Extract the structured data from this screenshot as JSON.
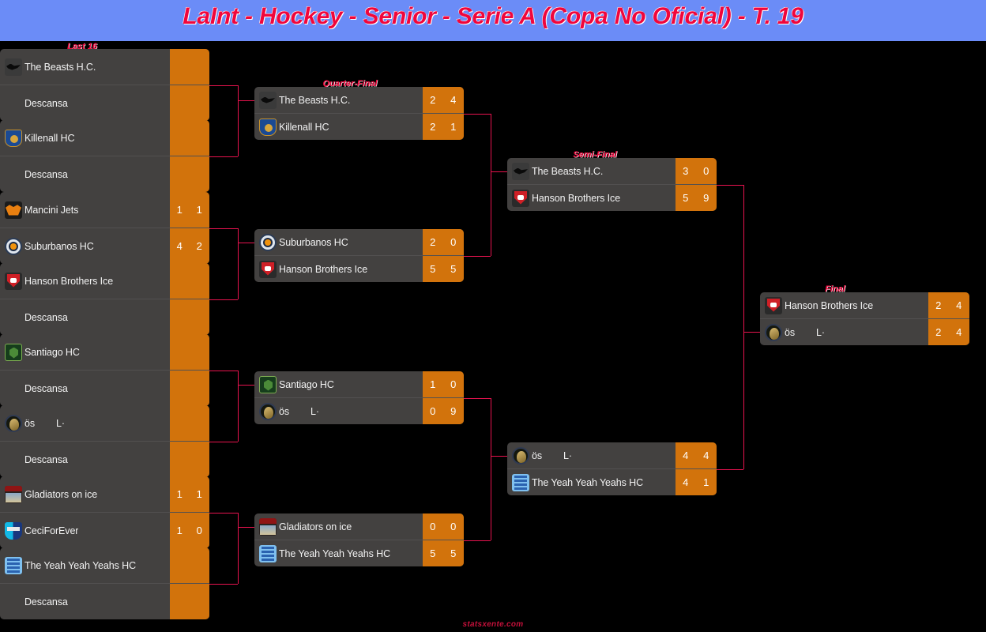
{
  "header": {
    "title": "LaInt - Hockey - Senior - Serie A (Copa No Oficial) - T. 19",
    "background_color": "#6b8cf7",
    "title_color": "#f0063c"
  },
  "theme": {
    "page_background": "#000000",
    "card_background": "#434140",
    "score_background": "#d2730c",
    "connector_color": "#e8134f",
    "text_color": "#f2f2f2"
  },
  "watermark": "statsxente.com",
  "rounds": [
    {
      "id": "last16",
      "label": "Last 16"
    },
    {
      "id": "quarter",
      "label": "Quarter-Final"
    },
    {
      "id": "semi",
      "label": "Semi-Final"
    },
    {
      "id": "final",
      "label": "Final"
    }
  ],
  "bracket": {
    "last16": [
      {
        "rows": [
          {
            "team": "The Beasts H.C.",
            "crest": "crest-beasts-icon",
            "scores": [
              "",
              ""
            ],
            "bye": false
          },
          {
            "team": "Descansa",
            "crest": null,
            "scores": [
              "",
              ""
            ],
            "bye": true
          }
        ]
      },
      {
        "rows": [
          {
            "team": "Killenall HC",
            "crest": "crest-killenall-icon",
            "scores": [
              "",
              ""
            ],
            "bye": false
          },
          {
            "team": "Descansa",
            "crest": null,
            "scores": [
              "",
              ""
            ],
            "bye": true
          }
        ]
      },
      {
        "rows": [
          {
            "team": "Mancini Jets",
            "crest": "crest-mancini-icon",
            "scores": [
              "1",
              "1"
            ],
            "bye": false
          },
          {
            "team": "Suburbanos HC",
            "crest": "crest-suburbanos-icon",
            "scores": [
              "4",
              "2"
            ],
            "bye": false
          }
        ]
      },
      {
        "rows": [
          {
            "team": "Hanson Brothers Ice",
            "crest": "crest-hanson-icon",
            "scores": [
              "",
              ""
            ],
            "bye": false
          },
          {
            "team": "Descansa",
            "crest": null,
            "scores": [
              "",
              ""
            ],
            "bye": true
          }
        ]
      },
      {
        "rows": [
          {
            "team": "Santiago HC",
            "crest": "crest-santiago-icon",
            "scores": [
              "",
              ""
            ],
            "bye": false
          },
          {
            "team": "Descansa",
            "crest": null,
            "scores": [
              "",
              ""
            ],
            "bye": true
          }
        ]
      },
      {
        "rows": [
          {
            "team": "ös        L·",
            "crest": "crest-os-icon",
            "scores": [
              "",
              ""
            ],
            "bye": false
          },
          {
            "team": "Descansa",
            "crest": null,
            "scores": [
              "",
              ""
            ],
            "bye": true
          }
        ]
      },
      {
        "rows": [
          {
            "team": "Gladiators on ice",
            "crest": "crest-gladiators-icon",
            "scores": [
              "1",
              "1"
            ],
            "bye": false
          },
          {
            "team": "CeciForEver",
            "crest": "crest-ceci-icon",
            "scores": [
              "1",
              "0"
            ],
            "bye": false
          }
        ]
      },
      {
        "rows": [
          {
            "team": "The Yeah Yeah Yeahs HC",
            "crest": "crest-yeah-icon",
            "scores": [
              "",
              ""
            ],
            "bye": false
          },
          {
            "team": "Descansa",
            "crest": null,
            "scores": [
              "",
              ""
            ],
            "bye": true
          }
        ]
      }
    ],
    "quarter": [
      {
        "rows": [
          {
            "team": "The Beasts H.C.",
            "crest": "crest-beasts-icon",
            "scores": [
              "2",
              "4"
            ],
            "bye": false
          },
          {
            "team": "Killenall HC",
            "crest": "crest-killenall-icon",
            "scores": [
              "2",
              "1"
            ],
            "bye": false
          }
        ]
      },
      {
        "rows": [
          {
            "team": "Suburbanos HC",
            "crest": "crest-suburbanos-icon",
            "scores": [
              "2",
              "0"
            ],
            "bye": false
          },
          {
            "team": "Hanson Brothers Ice",
            "crest": "crest-hanson-icon",
            "scores": [
              "5",
              "5"
            ],
            "bye": false
          }
        ]
      },
      {
        "rows": [
          {
            "team": "Santiago HC",
            "crest": "crest-santiago-icon",
            "scores": [
              "1",
              "0"
            ],
            "bye": false
          },
          {
            "team": "ös        L·",
            "crest": "crest-os-icon",
            "scores": [
              "0",
              "9"
            ],
            "bye": false
          }
        ]
      },
      {
        "rows": [
          {
            "team": "Gladiators on ice",
            "crest": "crest-gladiators-icon",
            "scores": [
              "0",
              "0"
            ],
            "bye": false
          },
          {
            "team": "The Yeah Yeah Yeahs HC",
            "crest": "crest-yeah-icon",
            "scores": [
              "5",
              "5"
            ],
            "bye": false
          }
        ]
      }
    ],
    "semi": [
      {
        "rows": [
          {
            "team": "The Beasts H.C.",
            "crest": "crest-beasts-icon",
            "scores": [
              "3",
              "0"
            ],
            "bye": false
          },
          {
            "team": "Hanson Brothers Ice",
            "crest": "crest-hanson-icon",
            "scores": [
              "5",
              "9"
            ],
            "bye": false
          }
        ]
      },
      {
        "rows": [
          {
            "team": "ös        L·",
            "crest": "crest-os-icon",
            "scores": [
              "4",
              "4"
            ],
            "bye": false
          },
          {
            "team": "The Yeah Yeah Yeahs HC",
            "crest": "crest-yeah-icon",
            "scores": [
              "4",
              "1"
            ],
            "bye": false
          }
        ]
      }
    ],
    "final": [
      {
        "rows": [
          {
            "team": "Hanson Brothers Ice",
            "crest": "crest-hanson-icon",
            "scores": [
              "2",
              "4"
            ],
            "bye": false
          },
          {
            "team": "ös        L·",
            "crest": "crest-os-icon",
            "scores": [
              "2",
              "4"
            ],
            "bye": false
          }
        ]
      }
    ]
  }
}
